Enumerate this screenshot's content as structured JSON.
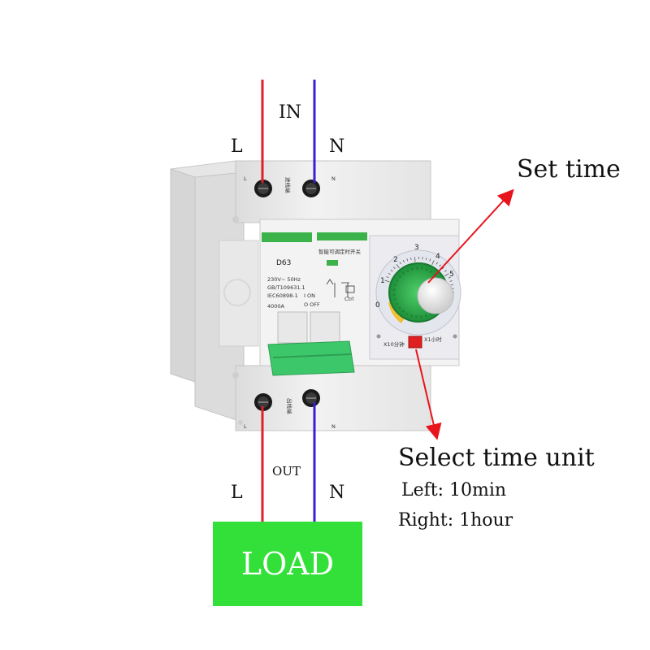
{
  "labels": {
    "in": "IN",
    "out": "OUT",
    "l_top": "L",
    "n_top": "N",
    "l_bottom": "L",
    "n_bottom": "N",
    "set_time": "Set time",
    "select_unit": "Select time unit",
    "left_note": "Left: 10min",
    "right_note": "Right: 1hour",
    "load": "LOAD"
  },
  "device": {
    "model": "D63",
    "spec_voltage": "230V~ 50Hz",
    "spec_std1": "GB/T109631.1",
    "spec_std2": "IEC60898-1",
    "spec_capacity": "4000A",
    "on_label": "I ON",
    "off_label": "O OFF",
    "term_l_top": "L",
    "term_n_top": "N",
    "term_l_bottom": "L",
    "term_n_bottom": "N",
    "in_terminal_cn": "进线端",
    "out_terminal_cn": "出线端",
    "product_cn": "智能可调定时开关",
    "ctrl": "Ctrl",
    "unit_left": "X10分钟",
    "unit_right": "X1小时",
    "dial": [
      "0",
      "1",
      "2",
      "3",
      "4",
      "5"
    ]
  },
  "colors": {
    "live_wire": "#e0202a",
    "neutral_wire": "#3a1fd0",
    "arrow": "#e8141c",
    "load_fill": "#33e03a",
    "device_body": "#ececec",
    "lever_green": "#3cc86a",
    "knob_green": "#2bb04a"
  }
}
